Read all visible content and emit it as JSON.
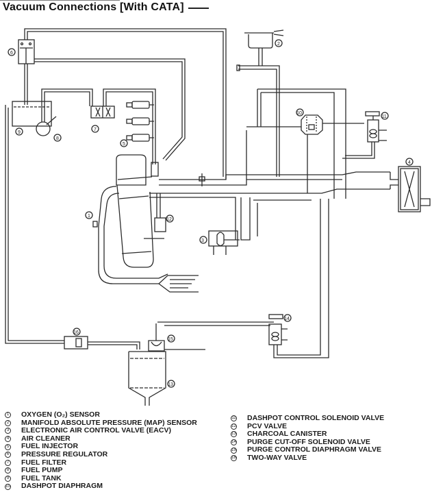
{
  "title": "Vacuum Connections [With CATA]",
  "components": [
    {
      "num": "1",
      "label": "OXYGEN (O₂) SENSOR"
    },
    {
      "num": "2",
      "label": "MANIFOLD ABSOLUTE PRESSURE (MAP) SENSOR"
    },
    {
      "num": "3",
      "label": "ELECTRONIC AIR CONTROL VALVE (EACV)"
    },
    {
      "num": "4",
      "label": "AIR CLEANER"
    },
    {
      "num": "5",
      "label": "FUEL INJECTOR"
    },
    {
      "num": "6",
      "label": "PRESSURE REGULATOR"
    },
    {
      "num": "7",
      "label": "FUEL FILTER"
    },
    {
      "num": "8",
      "label": "FUEL PUMP"
    },
    {
      "num": "9",
      "label": "FUEL TANK"
    },
    {
      "num": "10",
      "label": "DASHPOT DIAPHRAGM"
    },
    {
      "num": "11",
      "label": "DASHPOT CONTROL SOLENOID VALVE"
    },
    {
      "num": "12",
      "label": "PCV VALVE"
    },
    {
      "num": "13",
      "label": "CHARCOAL CANISTER"
    },
    {
      "num": "14",
      "label": "PURGE CUT-OFF SOLENOID VALVE"
    },
    {
      "num": "15",
      "label": "PURGE CONTROL DIAPHRAGM VALVE"
    },
    {
      "num": "16",
      "label": "TWO-WAY VALVE"
    }
  ],
  "colors": {
    "line": "#2a2a2a",
    "background": "#ffffff"
  }
}
